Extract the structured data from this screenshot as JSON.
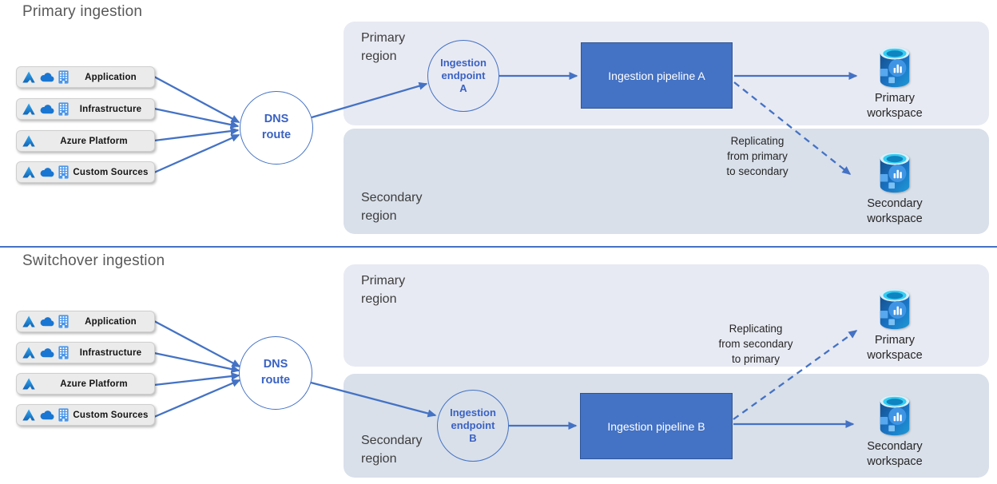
{
  "colors": {
    "accent": "#4472c4",
    "pipeline_fill": "#4472c4",
    "pipeline_border": "#2f5597",
    "region_light": "#e8eaf3",
    "region_dark": "#d9e0ea",
    "source_box_fill": "#ebebeb",
    "blue_node_text": "#3a62c3",
    "title_text": "#595959",
    "divider": "#4472c4"
  },
  "sources": [
    {
      "label": "Application",
      "icons": [
        "azure-icon",
        "cloud-icon",
        "building-icon"
      ]
    },
    {
      "label": "Infrastructure",
      "icons": [
        "azure-icon",
        "cloud-icon",
        "building-icon"
      ]
    },
    {
      "label": "Azure Platform",
      "icons": [
        "azure-icon"
      ]
    },
    {
      "label": "Custom Sources",
      "icons": [
        "azure-icon",
        "cloud-icon",
        "building-icon"
      ]
    }
  ],
  "primary": {
    "title": "Primary ingestion",
    "dns": "DNS\nroute",
    "primary_region": "Primary\nregion",
    "secondary_region": "Secondary\nregion",
    "endpoint": "Ingestion\nendpoint\nA",
    "pipeline": "Ingestion pipeline A",
    "primary_workspace": "Primary\nworkspace",
    "secondary_workspace": "Secondary\nworkspace",
    "replication_note": "Replicating\nfrom primary\nto secondary"
  },
  "switchover": {
    "title": "Switchover ingestion",
    "dns": "DNS\nroute",
    "primary_region": "Primary\nregion",
    "secondary_region": "Secondary\nregion",
    "endpoint": "Ingestion\nendpoint\nB",
    "pipeline": "Ingestion pipeline B",
    "primary_workspace": "Primary\nworkspace",
    "secondary_workspace": "Secondary\nworkspace",
    "replication_note": "Replicating\nfrom secondary\nto primary"
  }
}
